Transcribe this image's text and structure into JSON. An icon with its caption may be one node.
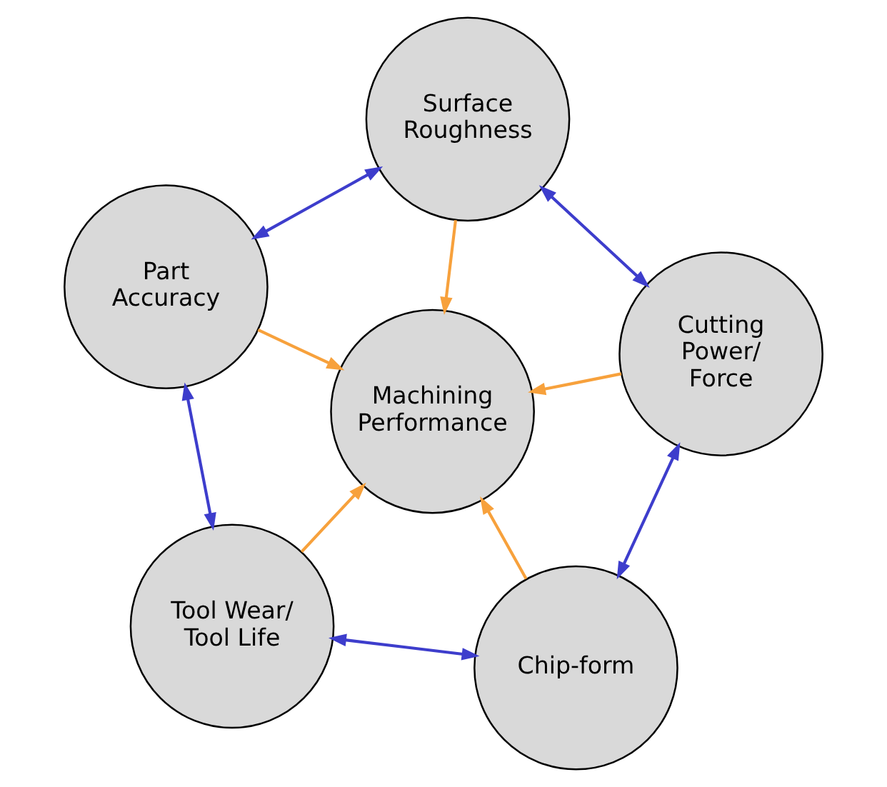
{
  "diagram": {
    "nodes": [
      {
        "text": [
          "Tool Wear/ Tool Life"
        ]
      },
      {
        "text": [
          "Chip-form"
        ]
      },
      {
        "text": [
          "Machining Performance"
        ]
      },
      {
        "text": [
          "Part Accuracy"
        ]
      },
      {
        "text": [
          "Cutting Power/ Force"
        ]
      },
      {
        "text": [
          "Surface Roughness"
        ]
      }
    ],
    "edges": [
      {
        "from": 0,
        "to": 2,
        "arrow": "to",
        "color": "#f7a13c"
      },
      {
        "from": 1,
        "to": 2,
        "arrow": "to",
        "color": "#f7a13c"
      },
      {
        "from": 3,
        "to": 2,
        "arrow": "to",
        "color": "#f7a13c"
      },
      {
        "from": 4,
        "to": 2,
        "arrow": "to",
        "color": "#f7a13c"
      },
      {
        "from": 5,
        "to": 2,
        "arrow": "to",
        "color": "#f7a13c"
      },
      {
        "from": 0,
        "to": 1,
        "arrow": "both",
        "color": "#3d3dcc"
      },
      {
        "from": 0,
        "to": 3,
        "arrow": "both",
        "color": "#3d3dcc"
      },
      {
        "from": 1,
        "to": 4,
        "arrow": "both",
        "color": "#3d3dcc"
      },
      {
        "from": 3,
        "to": 5,
        "arrow": "both",
        "color": "#3d3dcc"
      },
      {
        "from": 4,
        "to": 5,
        "arrow": "both",
        "color": "#3d3dcc"
      }
    ]
  }
}
